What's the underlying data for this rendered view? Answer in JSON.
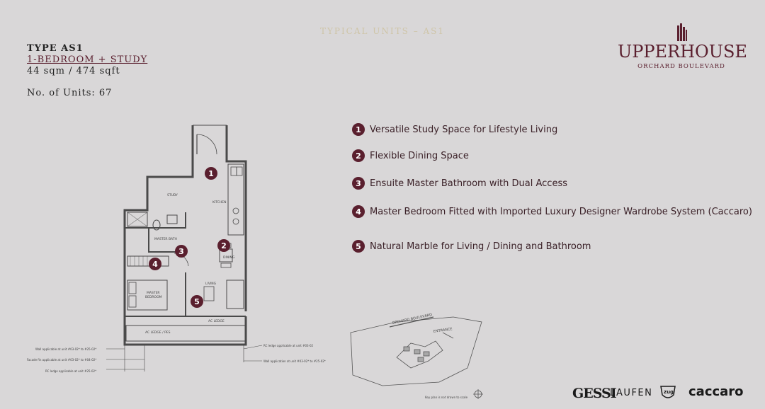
{
  "header": {
    "watermark": "TYPICAL UNITS – AS1",
    "type_title": "TYPE AS1",
    "unit_config": "1-BEDROOM + STUDY",
    "unit_size": "44 sqm / 474 sqft",
    "units_count": "No. of Units: 67"
  },
  "logo": {
    "name": "UPPERHOUSE",
    "subtitle": "ORCHARD BOULEVARD"
  },
  "features": [
    {
      "number": "1",
      "text": "Versatile Study Space for Lifestyle Living"
    },
    {
      "number": "2",
      "text": "Flexible Dining Space"
    },
    {
      "number": "3",
      "text": "Ensuite Master Bathroom with Dual Access"
    },
    {
      "number": "4",
      "text": "Master Bedroom Fitted with Imported Luxury Designer Wardrobe System (Caccaro)"
    },
    {
      "number": "5",
      "text": "Natural Marble for Living / Dining and Bathroom"
    }
  ],
  "floor_plan": {
    "rooms": {
      "study": "STUDY",
      "kitchen": "KITCHEN",
      "master_bath": "MASTER BATH",
      "dining": "DINING",
      "living": "LIVING",
      "master_bedroom_1": "MASTER",
      "master_bedroom_2": "BEDROOM",
      "ac_ledge": "AC LEDGE / PES",
      "pes": "AC LEDGE"
    },
    "notes": {
      "left_1": "Wall applicable at unit #03-02* to #25-02*",
      "left_2": "Facade fin applicable at unit #03-02* to #04-02*",
      "left_3": "RC ledge applicable at unit #25-02*",
      "right_1": "RC ledge applicable at unit #03-02",
      "right_2": "Wall application at unit #03-02* to #25-02*"
    }
  },
  "site_plan": {
    "road_label": "ORCHARD BOULEVARD",
    "entrance_label": "ENTRANCE",
    "scale_note": "Key plan is not drawn to scale"
  },
  "brands": {
    "gessi": "GESSI",
    "laufen": "LAUFEN",
    "zug": "zug",
    "caccaro": "caccaro"
  },
  "colors": {
    "background": "#d9d7d8",
    "accent": "#5a1f2e",
    "watermark": "#cfc5a8"
  }
}
